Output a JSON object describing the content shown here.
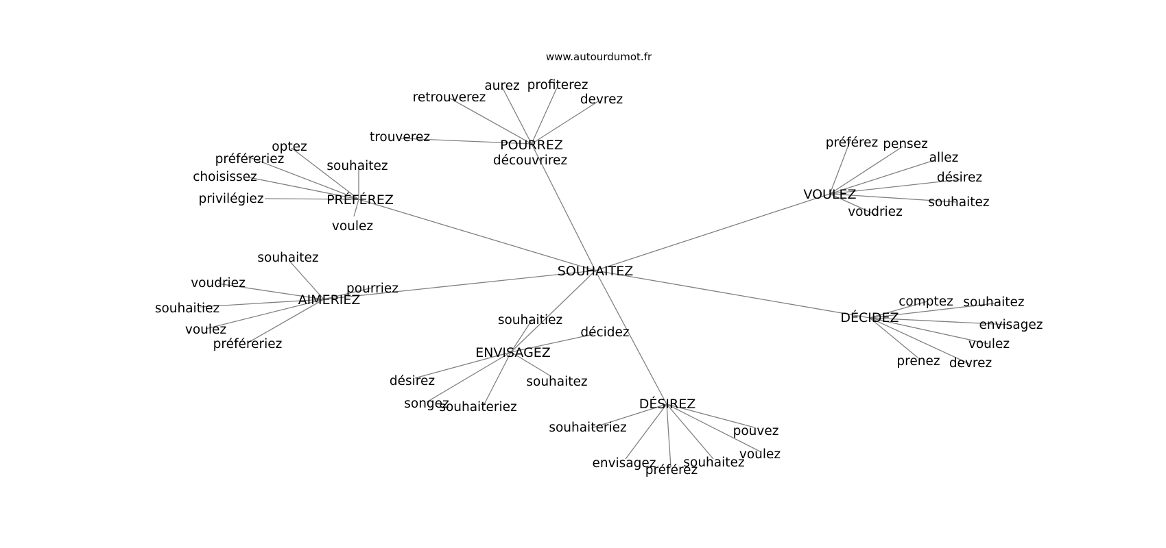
{
  "site_label": "www.autourdumot.fr",
  "center": {
    "id": "SOUHAITEZ",
    "label": "SOUHAITEZ"
  },
  "hubs": [
    {
      "id": "POURREZ",
      "label": "POURREZ",
      "leaves": [
        "découvrirez",
        "trouverez",
        "retrouverez",
        "aurez",
        "profiterez",
        "devrez"
      ]
    },
    {
      "id": "PREFEREZ",
      "label": "PRÉFÉREZ",
      "leaves": [
        "optez",
        "préféreriez",
        "choisissez",
        "privilégiez",
        "voulez",
        "souhaitez"
      ]
    },
    {
      "id": "VOULEZ",
      "label": "VOULEZ",
      "leaves": [
        "préférez",
        "pensez",
        "allez",
        "désirez",
        "souhaitez",
        "voudriez"
      ]
    },
    {
      "id": "AIMERIEZ",
      "label": "AIMERIEZ",
      "leaves": [
        "souhaitez",
        "voudriez",
        "souhaitiez",
        "voulez",
        "préféreriez",
        "pourriez"
      ]
    },
    {
      "id": "DECIDEZ",
      "label": "DÉCIDEZ",
      "leaves": [
        "comptez",
        "souhaitez",
        "envisagez",
        "voulez",
        "devrez",
        "prenez"
      ]
    },
    {
      "id": "ENVISAGEZ",
      "label": "ENVISAGEZ",
      "leaves": [
        "souhaitiez",
        "décidez",
        "désirez",
        "songez",
        "souhaiteriez",
        "souhaitez"
      ]
    },
    {
      "id": "DESIREZ",
      "label": "DÉSIREZ",
      "leaves": [
        "souhaiteriez",
        "envisagez",
        "préférez",
        "souhaitez",
        "voulez",
        "pouvez"
      ]
    }
  ]
}
